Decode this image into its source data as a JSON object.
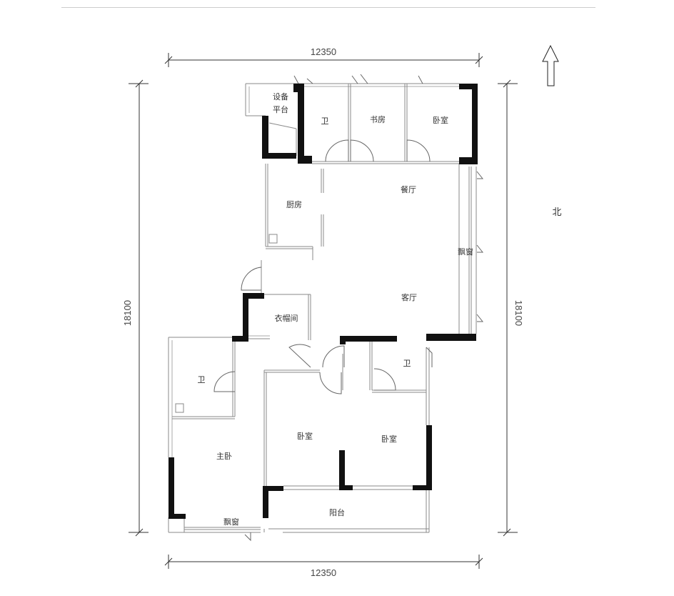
{
  "dimensions": {
    "top": "12350",
    "bottom": "12350",
    "left": "18100",
    "right": "18100"
  },
  "north_label": "北",
  "rooms": {
    "equipment_platform_line1": "设备",
    "equipment_platform_line2": "平台",
    "bath_north": "卫",
    "study": "书房",
    "bedroom_north": "卧室",
    "kitchen": "厨房",
    "dining": "餐厅",
    "bay_window_east": "飘窗",
    "living": "客厅",
    "cloakroom": "衣帽间",
    "bath_master": "卫",
    "bath_south": "卫",
    "master_bedroom": "主卧",
    "bedroom_south_1": "卧室",
    "bedroom_south_2": "卧室",
    "balcony": "阳台",
    "bay_window_south": "飘窗"
  }
}
